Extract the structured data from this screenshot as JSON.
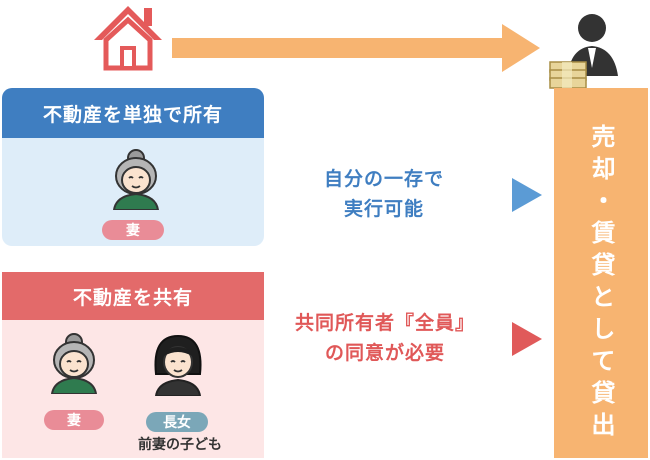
{
  "panels": {
    "sole": {
      "title": "不動産を単独で所有",
      "wife_label": "妻"
    },
    "co": {
      "title": "不動産を共有",
      "wife_label": "妻",
      "daughter_label": "長女",
      "daughter_note": "前妻の子ども"
    }
  },
  "conditions": {
    "sole": {
      "line1": "自分の一存で",
      "line2": "実行可能"
    },
    "co": {
      "line1": "共同所有者『全員』",
      "line2": "の同意が必要"
    }
  },
  "result": {
    "text": "売却・賃貸として貸出"
  },
  "icons": {
    "house": "house-icon",
    "buyer": "buyer-with-money-icon",
    "wife": "elderly-woman-icon",
    "daughter": "woman-icon"
  },
  "colors": {
    "blue": "#3f7ec1",
    "red": "#e36a6a",
    "orange": "#f7b471",
    "light_blue": "#deedf9",
    "light_red": "#fde6e6"
  }
}
